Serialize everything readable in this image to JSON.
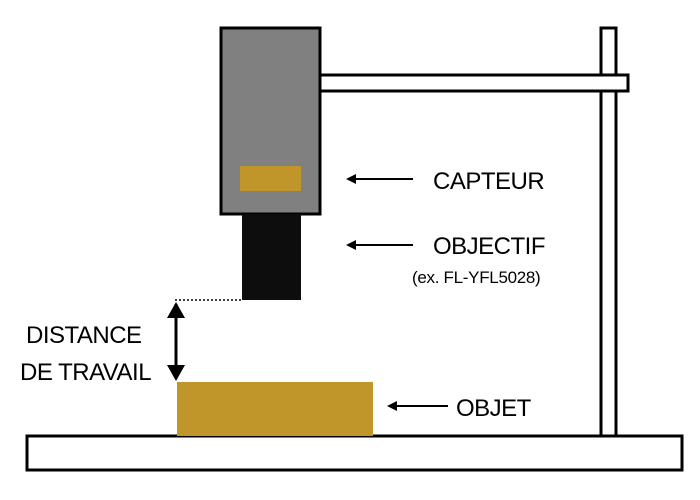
{
  "labels": {
    "sensor": "CAPTEUR",
    "lens": "OBJECTIF",
    "lens_example": "(ex. FL-YFL5028)",
    "working_distance_line1": "DISTANCE",
    "working_distance_line2": "DE TRAVAIL",
    "object": "OBJET"
  },
  "colors": {
    "camera_body": "#808080",
    "sensor": "#C0962A",
    "lens": "#0d0d0d",
    "object": "#C0962A",
    "outline": "#000000",
    "background": "#ffffff"
  }
}
